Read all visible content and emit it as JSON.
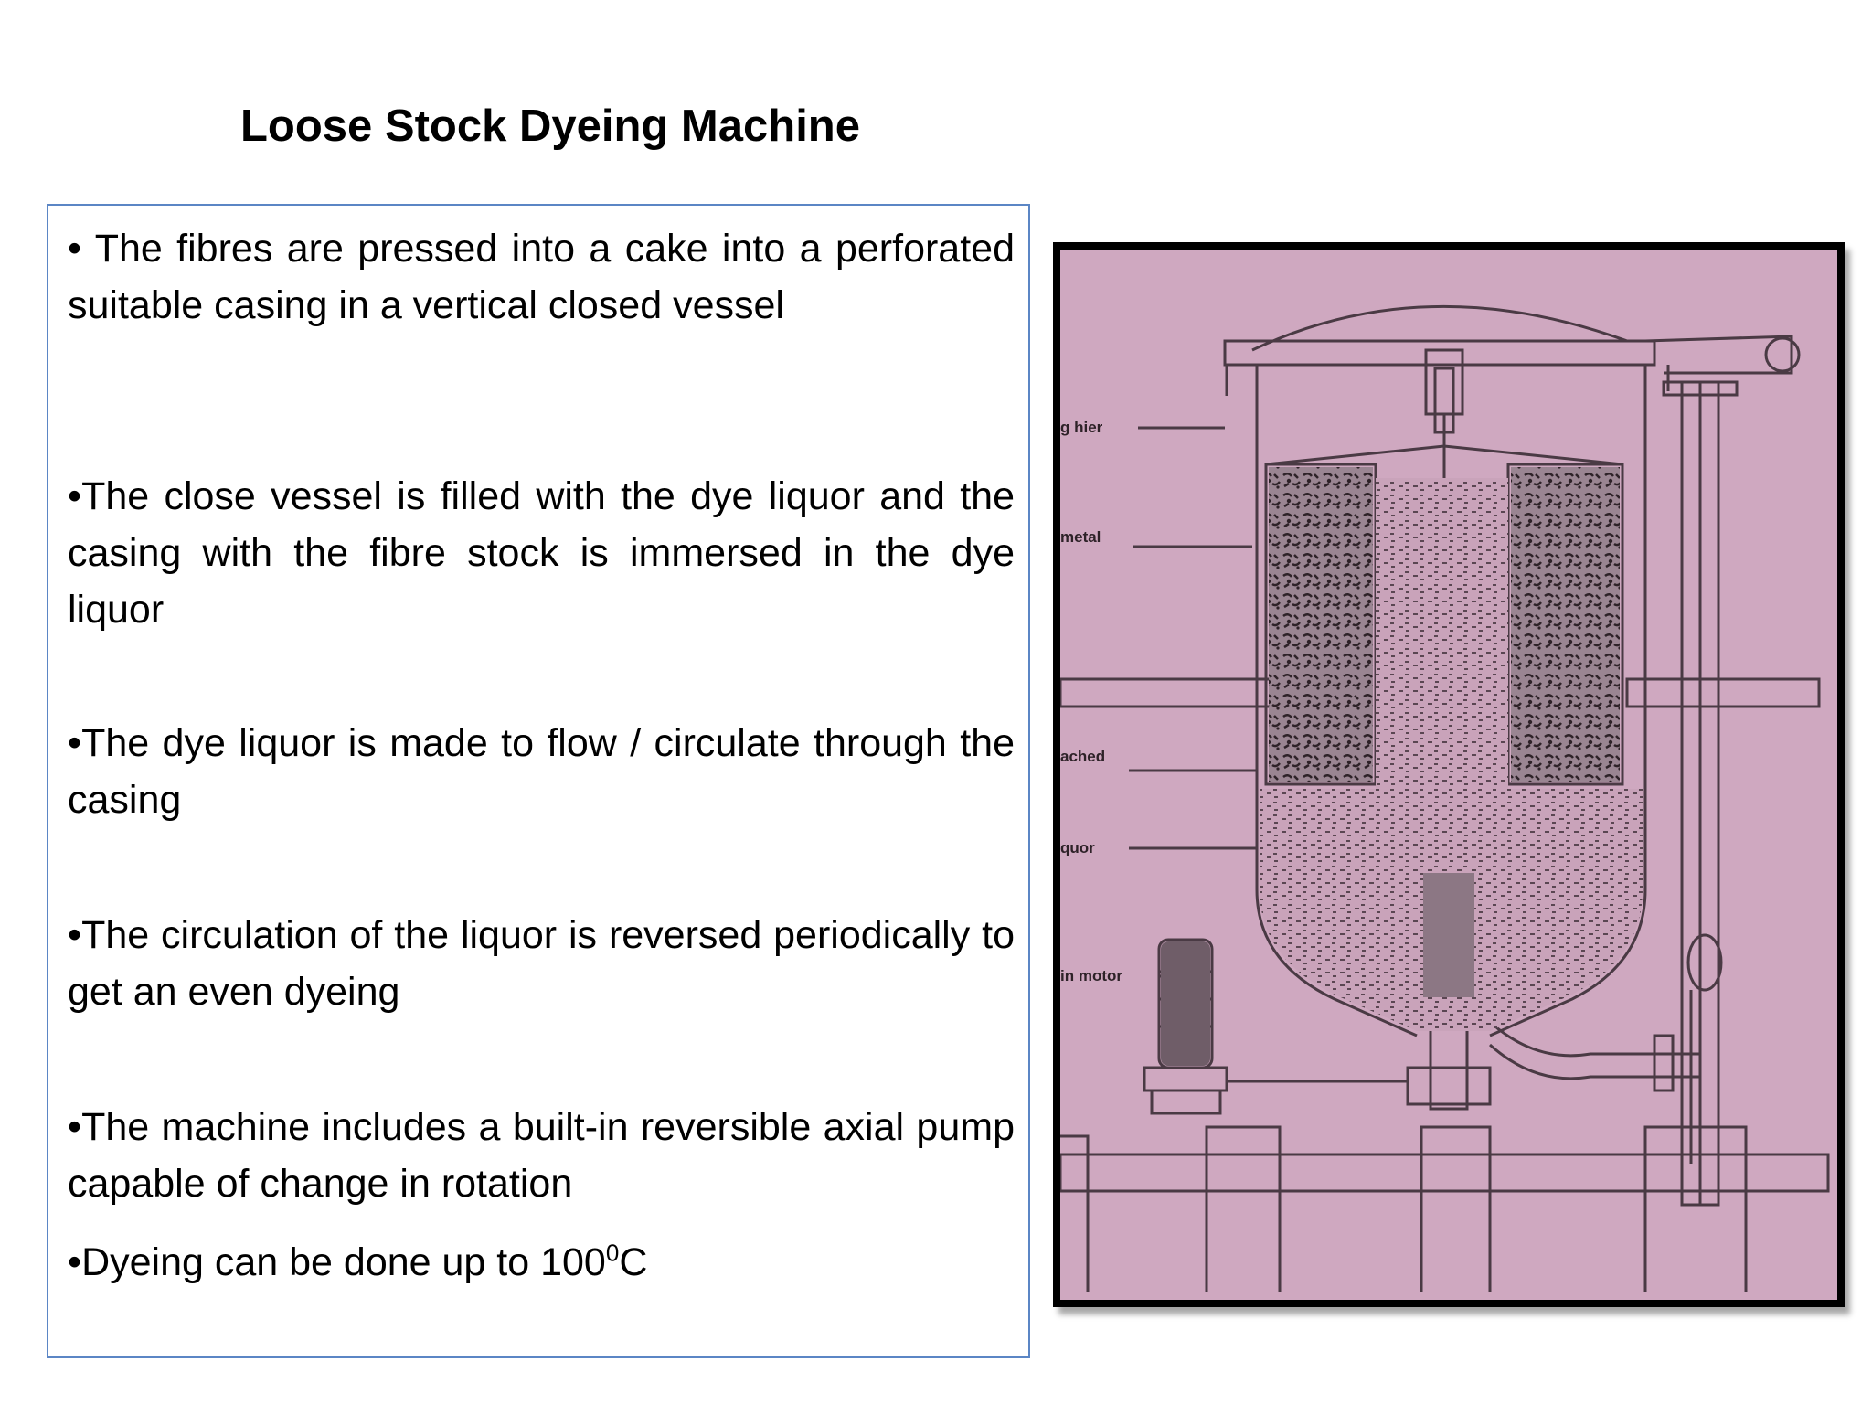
{
  "slide": {
    "title": "Loose Stock Dyeing Machine",
    "bullets": [
      {
        "marker": "• ",
        "text": "The fibres are pressed into a cake into a perforated suitable casing in a vertical closed vessel"
      },
      {
        "marker": "•",
        "text": "The close vessel is filled with the dye liquor and the casing with the fibre stock is immersed in the dye liquor"
      },
      {
        "marker": "•",
        "text": "The dye liquor is made to flow / circulate through the casing"
      },
      {
        "marker": "•",
        "text": "The circulation of the liquor is reversed periodically to get an even dyeing"
      },
      {
        "marker": "•",
        "text": "The machine includes a built-in reversible axial pump capable of change in rotation"
      },
      {
        "marker": "•",
        "text": "Dyeing can be done up to 100",
        "superscript": "0",
        "suffix": "C"
      }
    ]
  },
  "diagram": {
    "background_color": "#cfa8c0",
    "line_color": "#4a3a44",
    "callout_labels": [
      "g hier",
      "metal",
      "ached",
      "quor",
      "in motor"
    ]
  }
}
